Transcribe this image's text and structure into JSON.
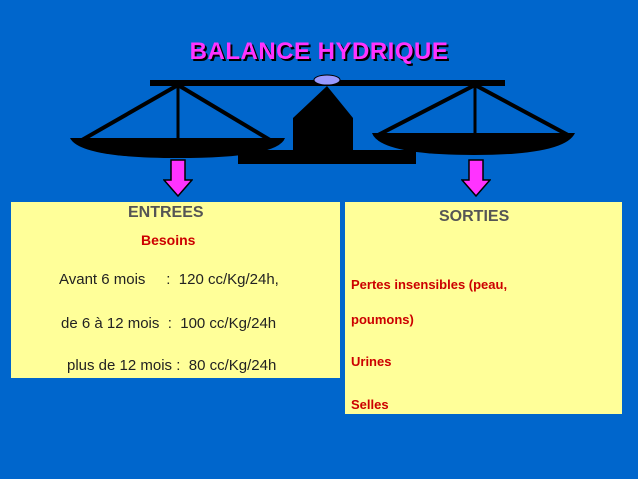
{
  "title": "BALANCE HYDRIQUE",
  "colors": {
    "background": "#0066cc",
    "title": "#ff33ff",
    "panel": "#ffff99",
    "arrow": "#ff33ff",
    "accent_red": "#cc0000",
    "pivot": "#9999ff"
  },
  "entrees": {
    "heading": "ENTREES",
    "subheading": "Besoins",
    "rows": [
      "Avant 6 mois     :  120 cc/Kg/24h,",
      "de 6 à 12 mois  :  100 cc/Kg/24h",
      "plus de 12 mois :  80 cc/Kg/24h"
    ]
  },
  "sorties": {
    "heading": "SORTIES",
    "items": [
      "Pertes insensibles (peau,",
      "poumons)",
      "Urines",
      "Selles"
    ]
  },
  "icons": [
    "scale-icon",
    "down-arrow-icon"
  ]
}
